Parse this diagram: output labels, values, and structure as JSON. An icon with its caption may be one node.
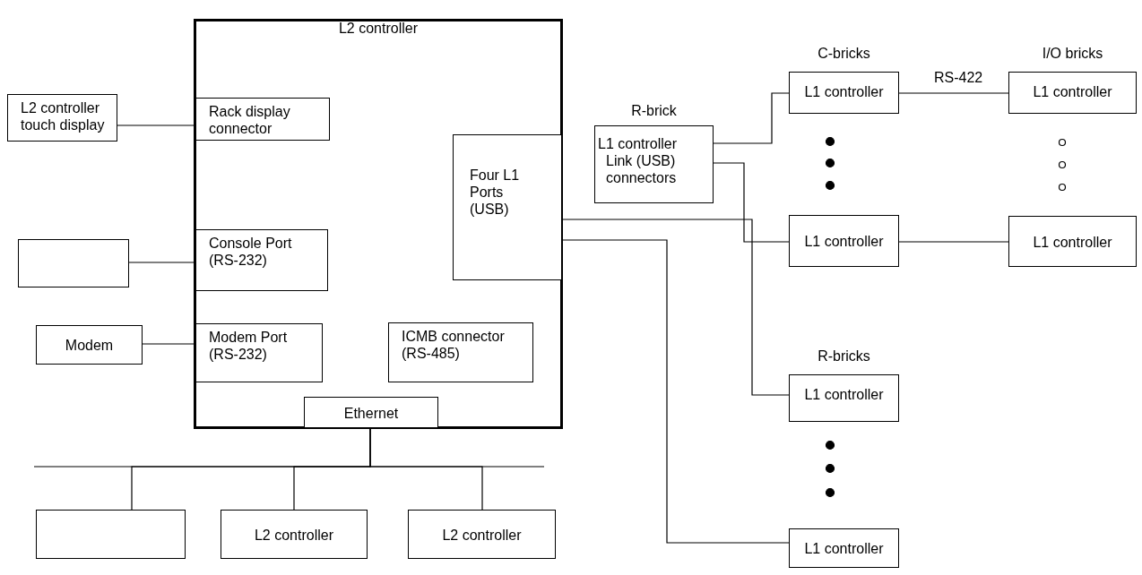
{
  "diagram": {
    "nodes": [
      {
        "text": [
          "L2 controller"
        ]
      },
      {
        "text": [
          "Rack display connector"
        ],
        "in": 0
      },
      {
        "text": [
          "Four L1 Ports (USB)"
        ],
        "in": 0
      },
      {
        "text": [
          "Console Port (RS-232)"
        ],
        "in": 0
      },
      {
        "text": [
          "Modem Port (RS-232)"
        ],
        "in": 0
      },
      {
        "text": [
          "ICMB connector (RS-485)"
        ],
        "in": 0
      },
      {
        "text": [
          "Ethernet"
        ],
        "in": 0
      },
      {
        "text": [
          "L2 controller touch display"
        ]
      },
      {
        "text": [],
        "shape": "box"
      },
      {
        "text": [
          "Modem"
        ]
      },
      {
        "text": [
          "R-brick",
          "L1 controller",
          "Link (USB) connectors"
        ]
      },
      {
        "text": [
          "C-bricks",
          "L1 controller"
        ]
      },
      {
        "text": [
          "L1 controller"
        ]
      },
      {
        "text": [
          "I/O bricks",
          "L1 controller"
        ]
      },
      {
        "text": [
          "L1 controller"
        ]
      },
      {
        "text": [
          "R-bricks",
          "L1 controller"
        ]
      },
      {
        "text": [
          "L1 controller"
        ]
      },
      {
        "text": [],
        "shape": "box"
      },
      {
        "text": [
          "L2 controller"
        ]
      },
      {
        "text": [
          "L2 controller"
        ]
      }
    ],
    "edges": [
      {
        "from": 7,
        "to": 1,
        "arrow": "none"
      },
      {
        "from": 8,
        "to": 3,
        "arrow": "none"
      },
      {
        "from": 9,
        "to": 4,
        "arrow": "none"
      },
      {
        "from": 6,
        "to": 17,
        "arrow": "none"
      },
      {
        "from": 6,
        "to": 18,
        "arrow": "none"
      },
      {
        "from": 6,
        "to": 19,
        "arrow": "none"
      },
      {
        "from": 2,
        "to": 15,
        "arrow": "none"
      },
      {
        "from": 2,
        "to": 16,
        "arrow": "none"
      },
      {
        "from": 10,
        "to": 11,
        "arrow": "none"
      },
      {
        "from": 10,
        "to": 12,
        "arrow": "none"
      },
      {
        "from": 11,
        "to": 13,
        "arrow": "none",
        "label": "RS-422"
      },
      {
        "from": 12,
        "to": 14,
        "arrow": "none"
      }
    ]
  }
}
